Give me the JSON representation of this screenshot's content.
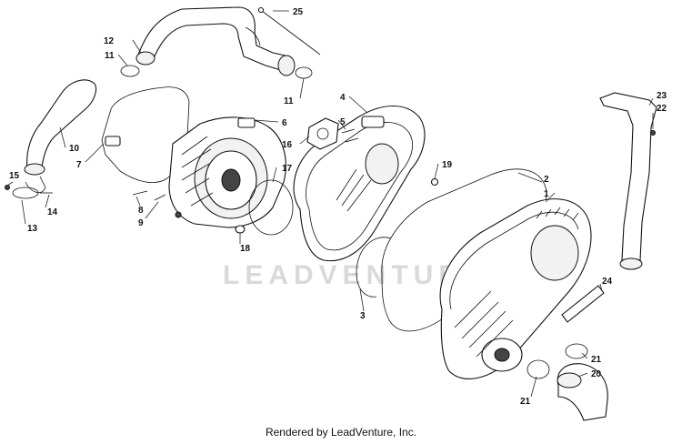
{
  "watermark": "LEADVENTURE",
  "footer": "Rendered by LeadVenture, Inc.",
  "callouts": [
    {
      "id": "c1",
      "label": "1"
    },
    {
      "id": "c2",
      "label": "2"
    },
    {
      "id": "c3",
      "label": "3"
    },
    {
      "id": "c4",
      "label": "4"
    },
    {
      "id": "c5",
      "label": "5"
    },
    {
      "id": "c6",
      "label": "6"
    },
    {
      "id": "c7",
      "label": "7"
    },
    {
      "id": "c8",
      "label": "8"
    },
    {
      "id": "c9",
      "label": "9"
    },
    {
      "id": "c10",
      "label": "10"
    },
    {
      "id": "c11a",
      "label": "11"
    },
    {
      "id": "c11b",
      "label": "11"
    },
    {
      "id": "c12",
      "label": "12"
    },
    {
      "id": "c13",
      "label": "13"
    },
    {
      "id": "c14",
      "label": "14"
    },
    {
      "id": "c15",
      "label": "15"
    },
    {
      "id": "c16",
      "label": "16"
    },
    {
      "id": "c17",
      "label": "17"
    },
    {
      "id": "c18",
      "label": "18"
    },
    {
      "id": "c19",
      "label": "19"
    },
    {
      "id": "c20",
      "label": "20"
    },
    {
      "id": "c21a",
      "label": "21"
    },
    {
      "id": "c21b",
      "label": "21"
    },
    {
      "id": "c22",
      "label": "22"
    },
    {
      "id": "c23",
      "label": "23"
    },
    {
      "id": "c24",
      "label": "24"
    },
    {
      "id": "c25",
      "label": "25"
    }
  ]
}
